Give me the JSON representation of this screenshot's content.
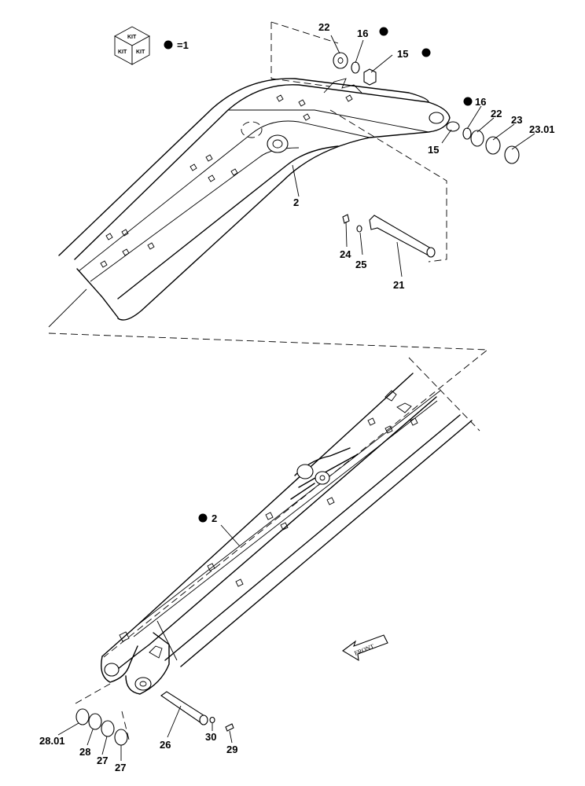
{
  "legend": {
    "kit_text": "KIT",
    "equation": "=1"
  },
  "front_arrow": {
    "label": "FRONT"
  },
  "callouts": {
    "p22_top": "22",
    "p16_top": "16",
    "p15_top": "15",
    "p16_right": "16",
    "p22_right": "22",
    "p23": "23",
    "p23_01": "23.01",
    "p15_right": "15",
    "p2_upper": "2",
    "p24": "24",
    "p25": "25",
    "p21": "21",
    "p2_lower": "2",
    "p26": "26",
    "p30": "30",
    "p29": "29",
    "p28_01": "28.01",
    "p28": "28",
    "p27_a": "27",
    "p27_b": "27"
  }
}
